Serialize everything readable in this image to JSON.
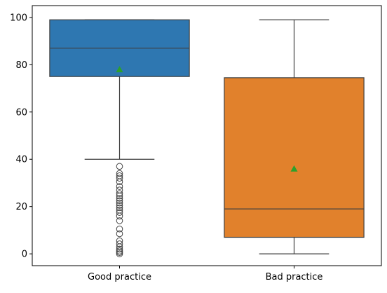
{
  "chart_data": {
    "type": "box",
    "title": "",
    "xlabel": "",
    "ylabel": "",
    "ylim": [
      -5,
      105
    ],
    "yticks": [
      0,
      20,
      40,
      60,
      80,
      100
    ],
    "grid": false,
    "legend": "none",
    "categories": [
      "Good practice",
      "Bad practice"
    ],
    "boxes": [
      {
        "category": "Good practice",
        "color": "#2e77b1",
        "whisker_low": 40,
        "q1": 75,
        "median": 87,
        "q3": 99,
        "whisker_high": 99,
        "mean": 78,
        "outliers": [
          0,
          0.6,
          1.2,
          2.0,
          3.0,
          4.2,
          5.5,
          8.5,
          10.5,
          14,
          16,
          17.5,
          18.5,
          19.5,
          20.5,
          21.5,
          22.5,
          23.5,
          24.5,
          25.5,
          27,
          28.5,
          30.5,
          32,
          33,
          34,
          37
        ]
      },
      {
        "category": "Bad practice",
        "color": "#e1812c",
        "whisker_low": 0,
        "q1": 7,
        "median": 19,
        "q3": 74.5,
        "whisker_high": 99,
        "mean": 36,
        "outliers": []
      }
    ],
    "mean_marker_color": "#2ca02c"
  }
}
